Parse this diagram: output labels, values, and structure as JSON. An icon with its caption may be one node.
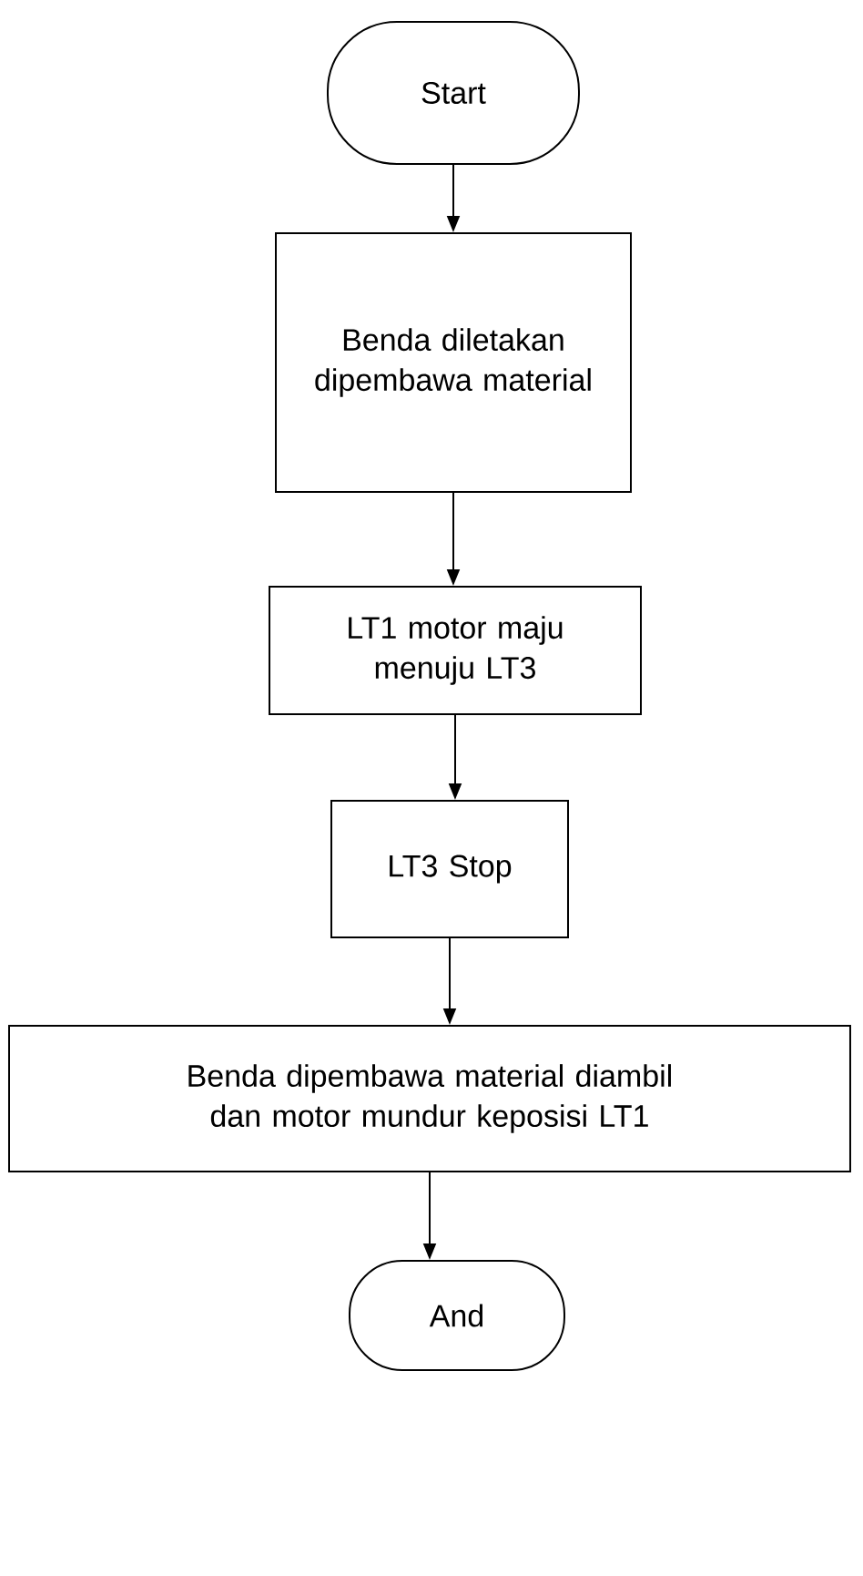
{
  "diagram": {
    "nodes": [
      {
        "text": [
          "Start"
        ]
      },
      {
        "text": [
          "Benda diletakan dipembawa material"
        ]
      },
      {
        "text": [
          "LT1 motor maju menuju LT3"
        ]
      },
      {
        "text": [
          "LT3 Stop"
        ]
      },
      {
        "text": [
          "Benda dipembawa material diambil dan motor mundur keposisi LT1"
        ]
      },
      {
        "text": [
          "And"
        ]
      }
    ],
    "edges": [
      {
        "from": 0,
        "to": 1,
        "arrow": "to"
      },
      {
        "from": 1,
        "to": 2,
        "arrow": "to"
      },
      {
        "from": 2,
        "to": 3,
        "arrow": "to"
      },
      {
        "from": 3,
        "to": 4,
        "arrow": "to"
      },
      {
        "from": 4,
        "to": 5,
        "arrow": "to"
      }
    ]
  }
}
